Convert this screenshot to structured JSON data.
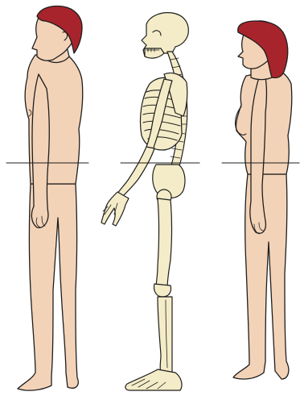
{
  "figure": {
    "figures": [
      {
        "name": "male-profile"
      },
      {
        "name": "skeleton-profile"
      },
      {
        "name": "female-profile"
      }
    ]
  },
  "colors": {
    "background": "#ffffff",
    "skin": "#f3d3b8",
    "hair": "#a8242c",
    "bone": "#f4ecc8",
    "outline": "#1e1e1e",
    "line": "#2a2a2a"
  }
}
